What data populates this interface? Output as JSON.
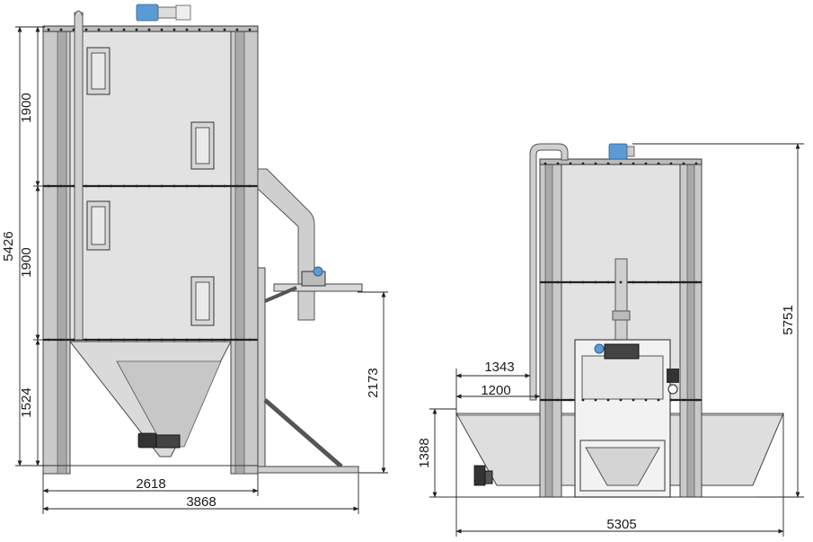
{
  "drawing": {
    "left_view": {
      "dimensions": {
        "total_height": "5426",
        "section_top": "1900",
        "section_middle": "1900",
        "section_cone": "1524",
        "discharge_height": "2173",
        "base_width": "2618",
        "overall_width": "3868"
      }
    },
    "right_view": {
      "dimensions": {
        "total_height": "5751",
        "tray_height": "1388",
        "inlet_height_upper": "1343",
        "inlet_height_lower": "1200",
        "overall_width": "5305"
      }
    },
    "colors": {
      "silo_body": "#e2e2e2",
      "legs": "#c9c9c9",
      "motor_blue": "#5b9bd5",
      "dimension_line": "#222222"
    }
  }
}
